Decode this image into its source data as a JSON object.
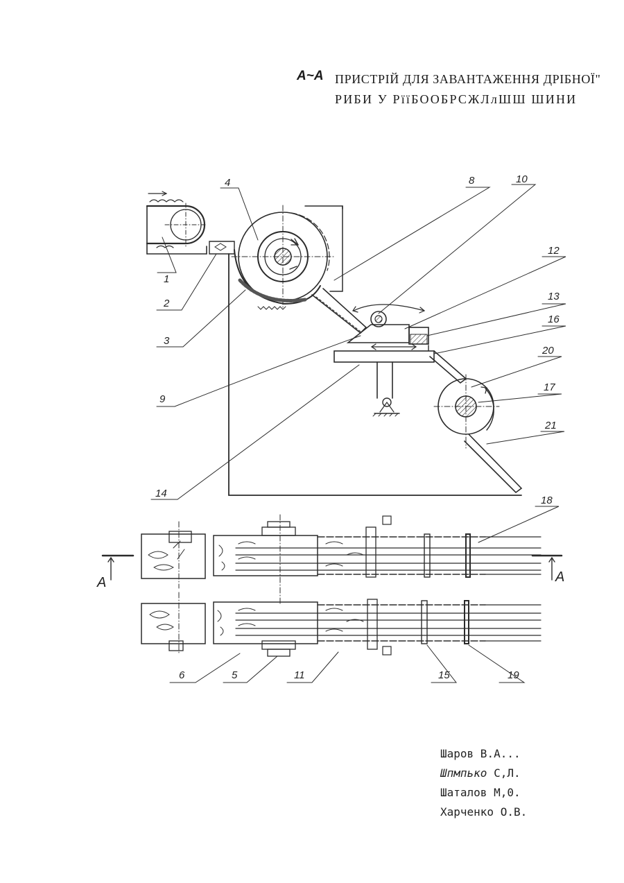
{
  "header": {
    "section_mark": "A~A",
    "title_line1": "ПРИСТРІЙ ДЛЯ ЗАВАНТАЖЕННЯ ДРІБНОЇ\"",
    "title_line2": "РИБИ У РїїБООБРСЖЛлШШ ШИНИ"
  },
  "callouts": [
    "1",
    "2",
    "3",
    "4",
    "5",
    "6",
    "8",
    "9",
    "10",
    "11",
    "12",
    "13",
    "14",
    "15",
    "16",
    "17",
    "18",
    "19",
    "20",
    "21"
  ],
  "section_labels": {
    "left": "A",
    "right": "A"
  },
  "authors": [
    {
      "first": "Шаров",
      "rest": " В.А..."
    },
    {
      "first": "Шпмпько",
      "rest": " С,Л."
    },
    {
      "first": "Шаталов",
      "rest": " М,0."
    },
    {
      "first": "Харченко",
      "rest": " О.В."
    }
  ]
}
